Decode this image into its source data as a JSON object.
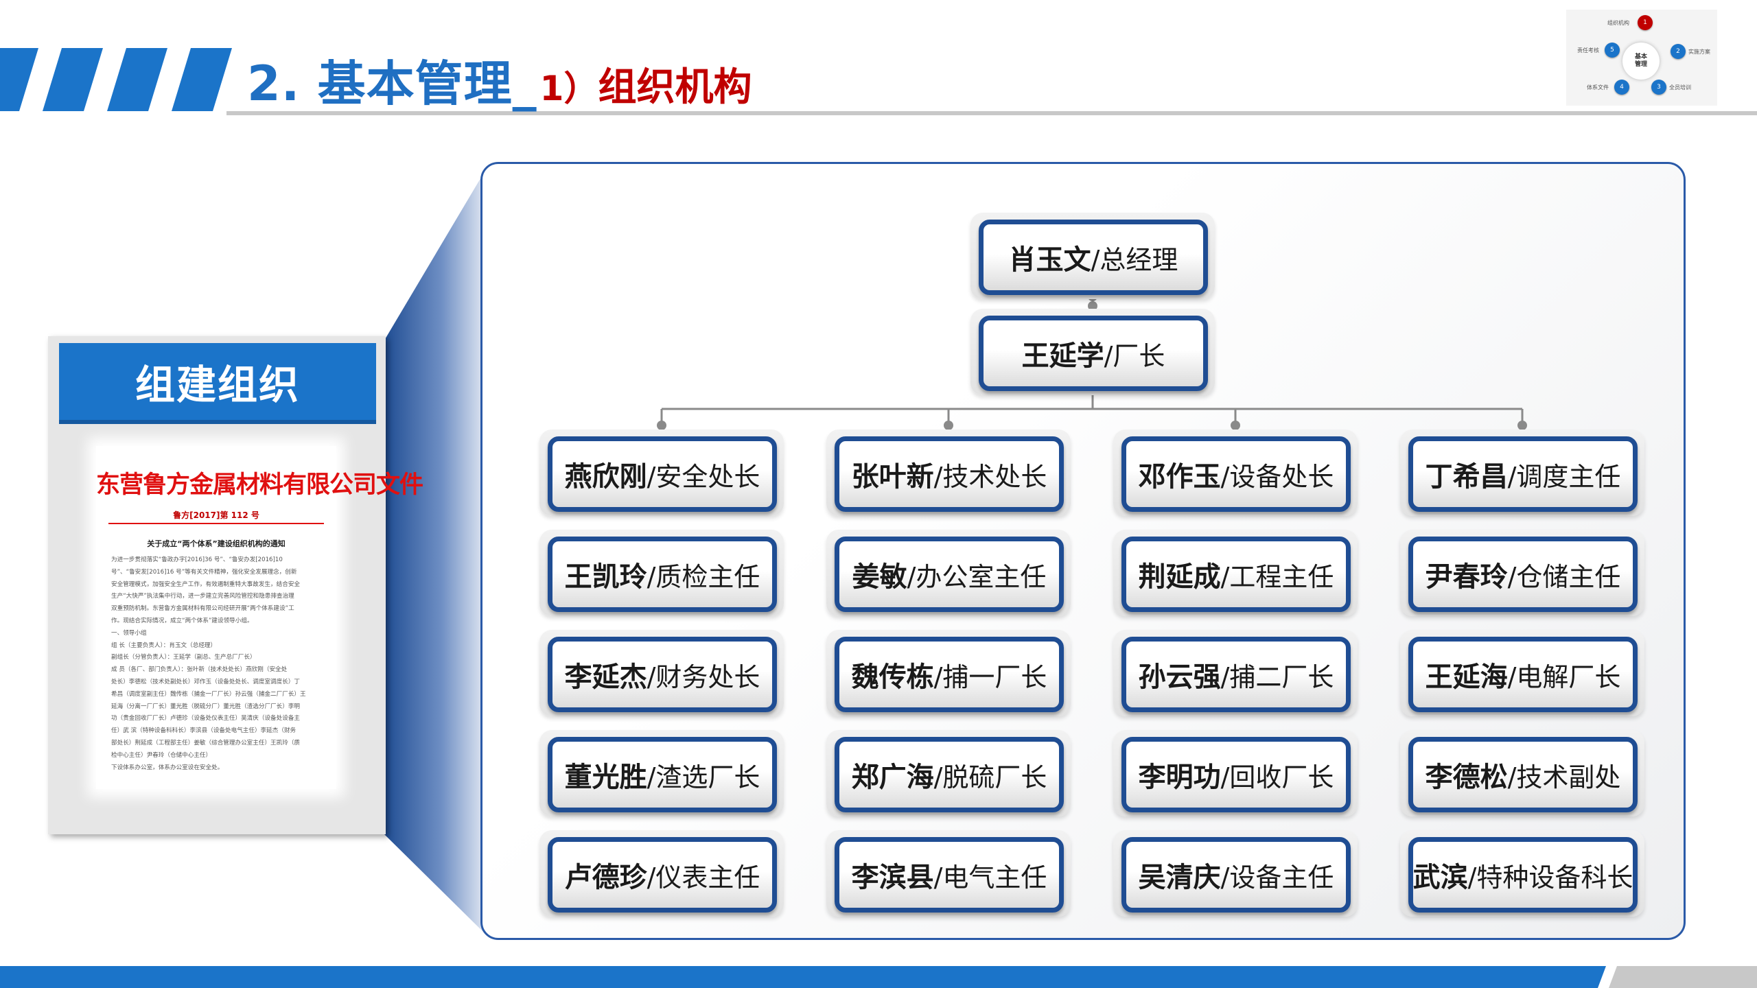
{
  "colors": {
    "brand_blue": "#1b74c9",
    "dark_blue": "#1f4d93",
    "title_red": "#c00000"
  },
  "header": {
    "title_main": "2. 基本管理_",
    "title_sub_num": "1）",
    "title_sub": "组织机构"
  },
  "nav": {
    "center_line1": "基本",
    "center_line2": "管理",
    "items": [
      {
        "num": "1",
        "label": "组织机构"
      },
      {
        "num": "2",
        "label": "实施方案"
      },
      {
        "num": "3",
        "label": "全员培训"
      },
      {
        "num": "4",
        "label": "体系文件"
      },
      {
        "num": "5",
        "label": "责任考核"
      }
    ]
  },
  "doc": {
    "heading": "组建组织",
    "company": "东营鲁方金属材料有限公司文件",
    "number": "鲁方[2017]第 112 号",
    "notice_title": "关于成立“两个体系”建设组织机构的通知",
    "lines": [
      "为进一步贯彻落实“鲁政办字[2016]36 号”、“鲁安办发[2016]10",
      "号”、“鲁安发[2016]16 号”等有关文件精神，强化安全发展理念，创新",
      "安全管理模式，加强安全生产工作，有效遏制重特大事故发生，结合安全",
      "生产“大快严”执法集中行动，进一步建立完善风险管控和隐患排查治理",
      "双重预防机制。东营鲁方金属材料有限公司经研开展“两个体系建设”工",
      "作。现结合实际情况，成立“两个体系”建设领导小组。",
      "一、领导小组",
      "组 长（主要负责人）：肖玉文（总经理）",
      "副组长（分管负责人）：王延学（副总、生产总厂厂长）",
      "成 员（各厂、部门负责人）：张叶新（技术处处长）燕欣刚（安全处",
      "处长）李德松（技术处副处长）邓作玉（设备处处长、调度室调度长）丁",
      "希昌（调度室副主任）魏传栋（捕金一厂厂长）孙云强（捕金二厂厂长）王",
      "延海（分离一厂厂长）董光胜（脱硫分厂）董光胜（渣选分厂厂长）李明",
      "功（贵金回收厂厂长）卢德珍（设备处仪表主任）吴清庆（设备处设备主",
      "任）武 滨（特种设备科科长）李滨县（设备处电气主任）李延杰（财务",
      "部处长）荆延成（工程部主任）姜敏（综合管理办公室主任）王凯玲（质",
      "检中心主任）尹春玲（仓储中心主任）",
      "下设体系办公室，体系办公室设在安全处。"
    ]
  },
  "org": {
    "top": [
      {
        "name": "肖玉文",
        "role": "/总经理"
      },
      {
        "name": "王延学",
        "role": "/厂长"
      }
    ],
    "rows": [
      [
        {
          "name": "燕欣刚",
          "role": "/安全处长"
        },
        {
          "name": "张叶新",
          "role": "/技术处长"
        },
        {
          "name": "邓作玉",
          "role": "/设备处长"
        },
        {
          "name": "丁希昌",
          "role": "/调度主任"
        }
      ],
      [
        {
          "name": "王凯玲",
          "role": "/质检主任"
        },
        {
          "name": "姜敏",
          "role": "/办公室主任"
        },
        {
          "name": "荆延成",
          "role": "/工程主任"
        },
        {
          "name": "尹春玲",
          "role": "/仓储主任"
        }
      ],
      [
        {
          "name": "李延杰",
          "role": "/财务处长"
        },
        {
          "name": "魏传栋",
          "role": "/捕一厂长"
        },
        {
          "name": "孙云强",
          "role": "/捕二厂长"
        },
        {
          "name": "王延海",
          "role": "/电解厂长"
        }
      ],
      [
        {
          "name": "董光胜",
          "role": "/渣选厂长"
        },
        {
          "name": "郑广海",
          "role": "/脱硫厂长"
        },
        {
          "name": "李明功",
          "role": "/回收厂长"
        },
        {
          "name": "李德松",
          "role": "/技术副处"
        }
      ],
      [
        {
          "name": "卢德珍",
          "role": "/仪表主任"
        },
        {
          "name": "李滨县",
          "role": "/电气主任"
        },
        {
          "name": "吴清庆",
          "role": "/设备主任"
        },
        {
          "name": "武滨",
          "role": "/特种设备科长"
        }
      ]
    ]
  }
}
